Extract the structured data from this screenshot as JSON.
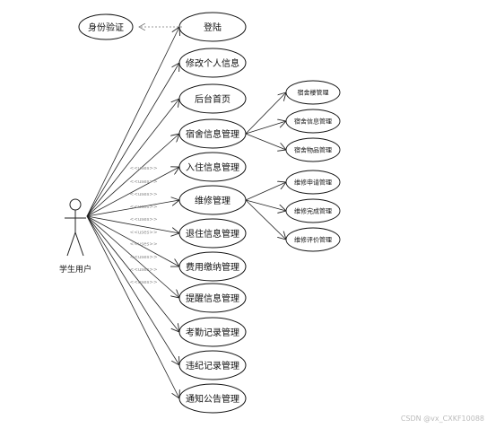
{
  "actor": {
    "label": "学生用户"
  },
  "auth": {
    "label": "身份验证"
  },
  "use_cases": [
    {
      "id": "login",
      "label": "登陆",
      "stereotype": ""
    },
    {
      "id": "edit-profile",
      "label": "修改个人信息",
      "stereotype": ""
    },
    {
      "id": "home",
      "label": "后台首页",
      "stereotype": "<<uses>>"
    },
    {
      "id": "dorm-info",
      "label": "宿舍信息管理",
      "stereotype": "<<uses>>"
    },
    {
      "id": "checkin",
      "label": "入住信息管理",
      "stereotype": "<<uses>>"
    },
    {
      "id": "repair",
      "label": "维修管理",
      "stereotype": "<<uses>>"
    },
    {
      "id": "checkout",
      "label": "退住信息管理",
      "stereotype": "<<uses>>"
    },
    {
      "id": "fee",
      "label": "费用缴纳管理",
      "stereotype": "<<uses>>"
    },
    {
      "id": "remind",
      "label": "提醒信息管理",
      "stereotype": "<<uses>>"
    },
    {
      "id": "attendance",
      "label": "考勤记录管理",
      "stereotype": "<<uses>>"
    },
    {
      "id": "violation",
      "label": "违纪记录管理",
      "stereotype": "<<uses>>"
    },
    {
      "id": "notice",
      "label": "通知公告管理",
      "stereotype": "<<uses>>"
    }
  ],
  "dorm_sub": [
    {
      "id": "building",
      "label": "宿舍楼管理"
    },
    {
      "id": "dorm-detail",
      "label": "宿舍信息管理"
    },
    {
      "id": "goods",
      "label": "宿舍物品管理"
    }
  ],
  "repair_sub": [
    {
      "id": "apply",
      "label": "维修申请管理"
    },
    {
      "id": "finish",
      "label": "维修完成管理"
    },
    {
      "id": "evaluate",
      "label": "维修评价管理"
    }
  ],
  "watermark": "CSDN @vx_CXKF10088"
}
